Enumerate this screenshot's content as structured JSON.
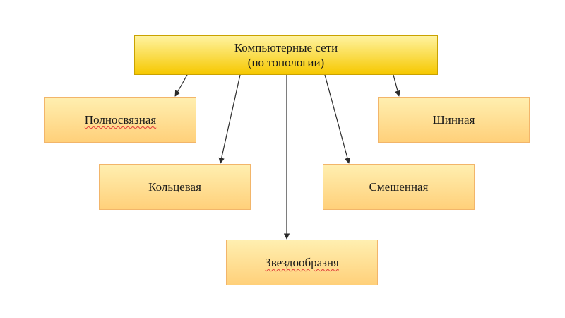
{
  "diagram": {
    "root": {
      "label": "Компьютерные сети\n(по топологии)"
    },
    "nodes": {
      "full": "Полносвязная",
      "bus": "Шинная",
      "ring": "Кольцевая",
      "mixed": "Смешенная",
      "star": "Звездообразня"
    }
  },
  "colors": {
    "root_top": "#fff3a0",
    "root_bottom": "#f6c800",
    "child_top": "#ffefb0",
    "child_bottom": "#ffd07a",
    "edge": "#2a2a2a",
    "spellcheck": "#e23b3b"
  }
}
